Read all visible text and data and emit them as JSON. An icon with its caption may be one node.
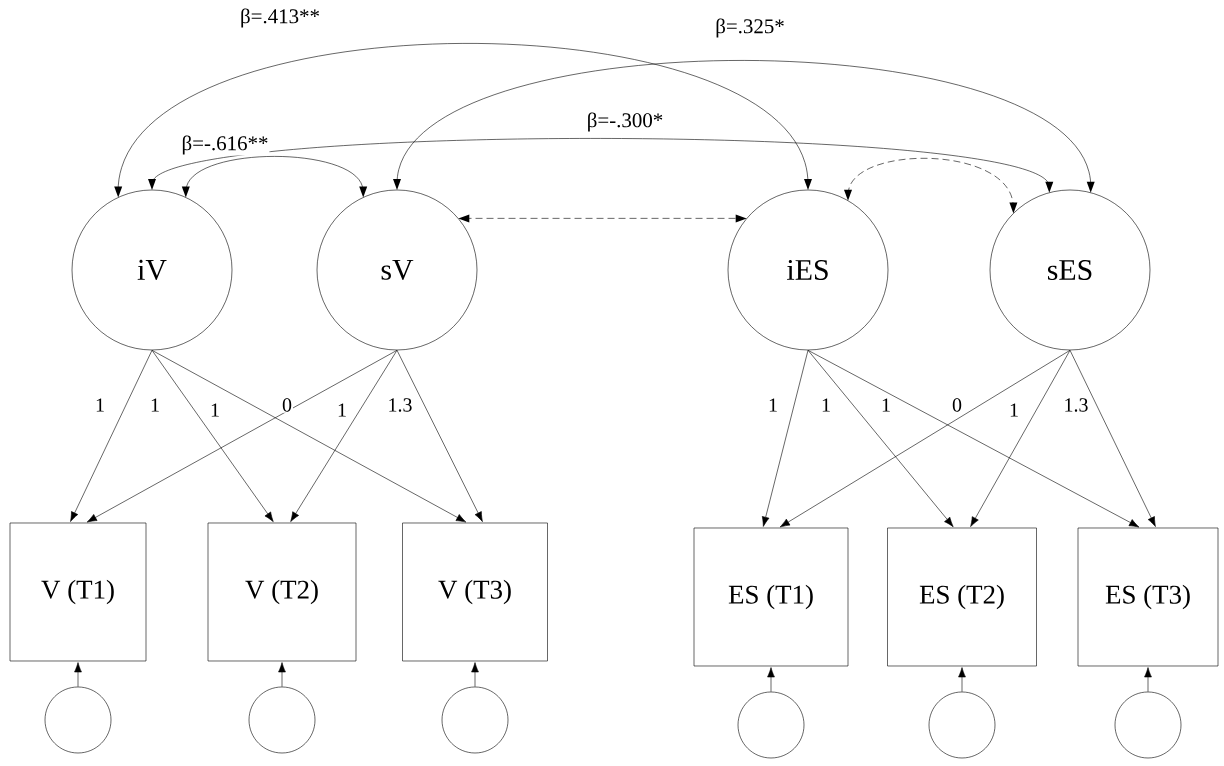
{
  "diagram": {
    "nodes": [
      {
        "text": [
          "iV"
        ]
      },
      {
        "text": [
          "sV"
        ]
      },
      {
        "text": [
          "iES"
        ]
      },
      {
        "text": [
          "sES"
        ]
      },
      {
        "text": [
          "V (T1)"
        ]
      },
      {
        "text": [
          "V (T2)"
        ]
      },
      {
        "text": [
          "V (T3)"
        ]
      },
      {
        "text": [
          "ES (T1)"
        ]
      },
      {
        "text": [
          "ES (T2)"
        ]
      },
      {
        "text": [
          "ES (T3)"
        ]
      },
      {
        "text": [],
        "shape": "circle"
      },
      {
        "text": [],
        "shape": "circle"
      },
      {
        "text": [],
        "shape": "circle"
      },
      {
        "text": [],
        "shape": "circle"
      },
      {
        "text": [],
        "shape": "circle"
      },
      {
        "text": [],
        "shape": "circle"
      }
    ],
    "edges": [
      {
        "from": 0,
        "to": 4,
        "arrow": "to",
        "label": "1"
      },
      {
        "from": 0,
        "to": 5,
        "arrow": "to",
        "label": "1"
      },
      {
        "from": 0,
        "to": 6,
        "arrow": "to",
        "label": "1"
      },
      {
        "from": 1,
        "to": 4,
        "arrow": "to",
        "label": "0"
      },
      {
        "from": 1,
        "to": 5,
        "arrow": "to",
        "label": "1"
      },
      {
        "from": 1,
        "to": 6,
        "arrow": "to",
        "label": "1.3"
      },
      {
        "from": 2,
        "to": 7,
        "arrow": "to",
        "label": "1"
      },
      {
        "from": 2,
        "to": 8,
        "arrow": "to",
        "label": "1"
      },
      {
        "from": 2,
        "to": 9,
        "arrow": "to",
        "label": "1"
      },
      {
        "from": 3,
        "to": 7,
        "arrow": "to",
        "label": "0"
      },
      {
        "from": 3,
        "to": 8,
        "arrow": "to",
        "label": "1"
      },
      {
        "from": 3,
        "to": 9,
        "arrow": "to",
        "label": "1.3"
      },
      {
        "from": 10,
        "to": 4,
        "arrow": "to"
      },
      {
        "from": 11,
        "to": 5,
        "arrow": "to"
      },
      {
        "from": 12,
        "to": 6,
        "arrow": "to"
      },
      {
        "from": 13,
        "to": 7,
        "arrow": "to"
      },
      {
        "from": 14,
        "to": 8,
        "arrow": "to"
      },
      {
        "from": 15,
        "to": 9,
        "arrow": "to"
      },
      {
        "from": 0,
        "to": 2,
        "arrow": "both",
        "label": "β=.413**"
      },
      {
        "from": 1,
        "to": 3,
        "arrow": "both",
        "label": "β=.325*"
      },
      {
        "from": 0,
        "to": 1,
        "arrow": "both",
        "label": "β=-.616**"
      },
      {
        "from": 0,
        "to": 3,
        "arrow": "both",
        "label": "β=-.300*"
      },
      {
        "from": 1,
        "to": 2,
        "arrow": "both",
        "style": "dashed"
      },
      {
        "from": 2,
        "to": 3,
        "arrow": "both",
        "style": "dashed"
      }
    ]
  }
}
